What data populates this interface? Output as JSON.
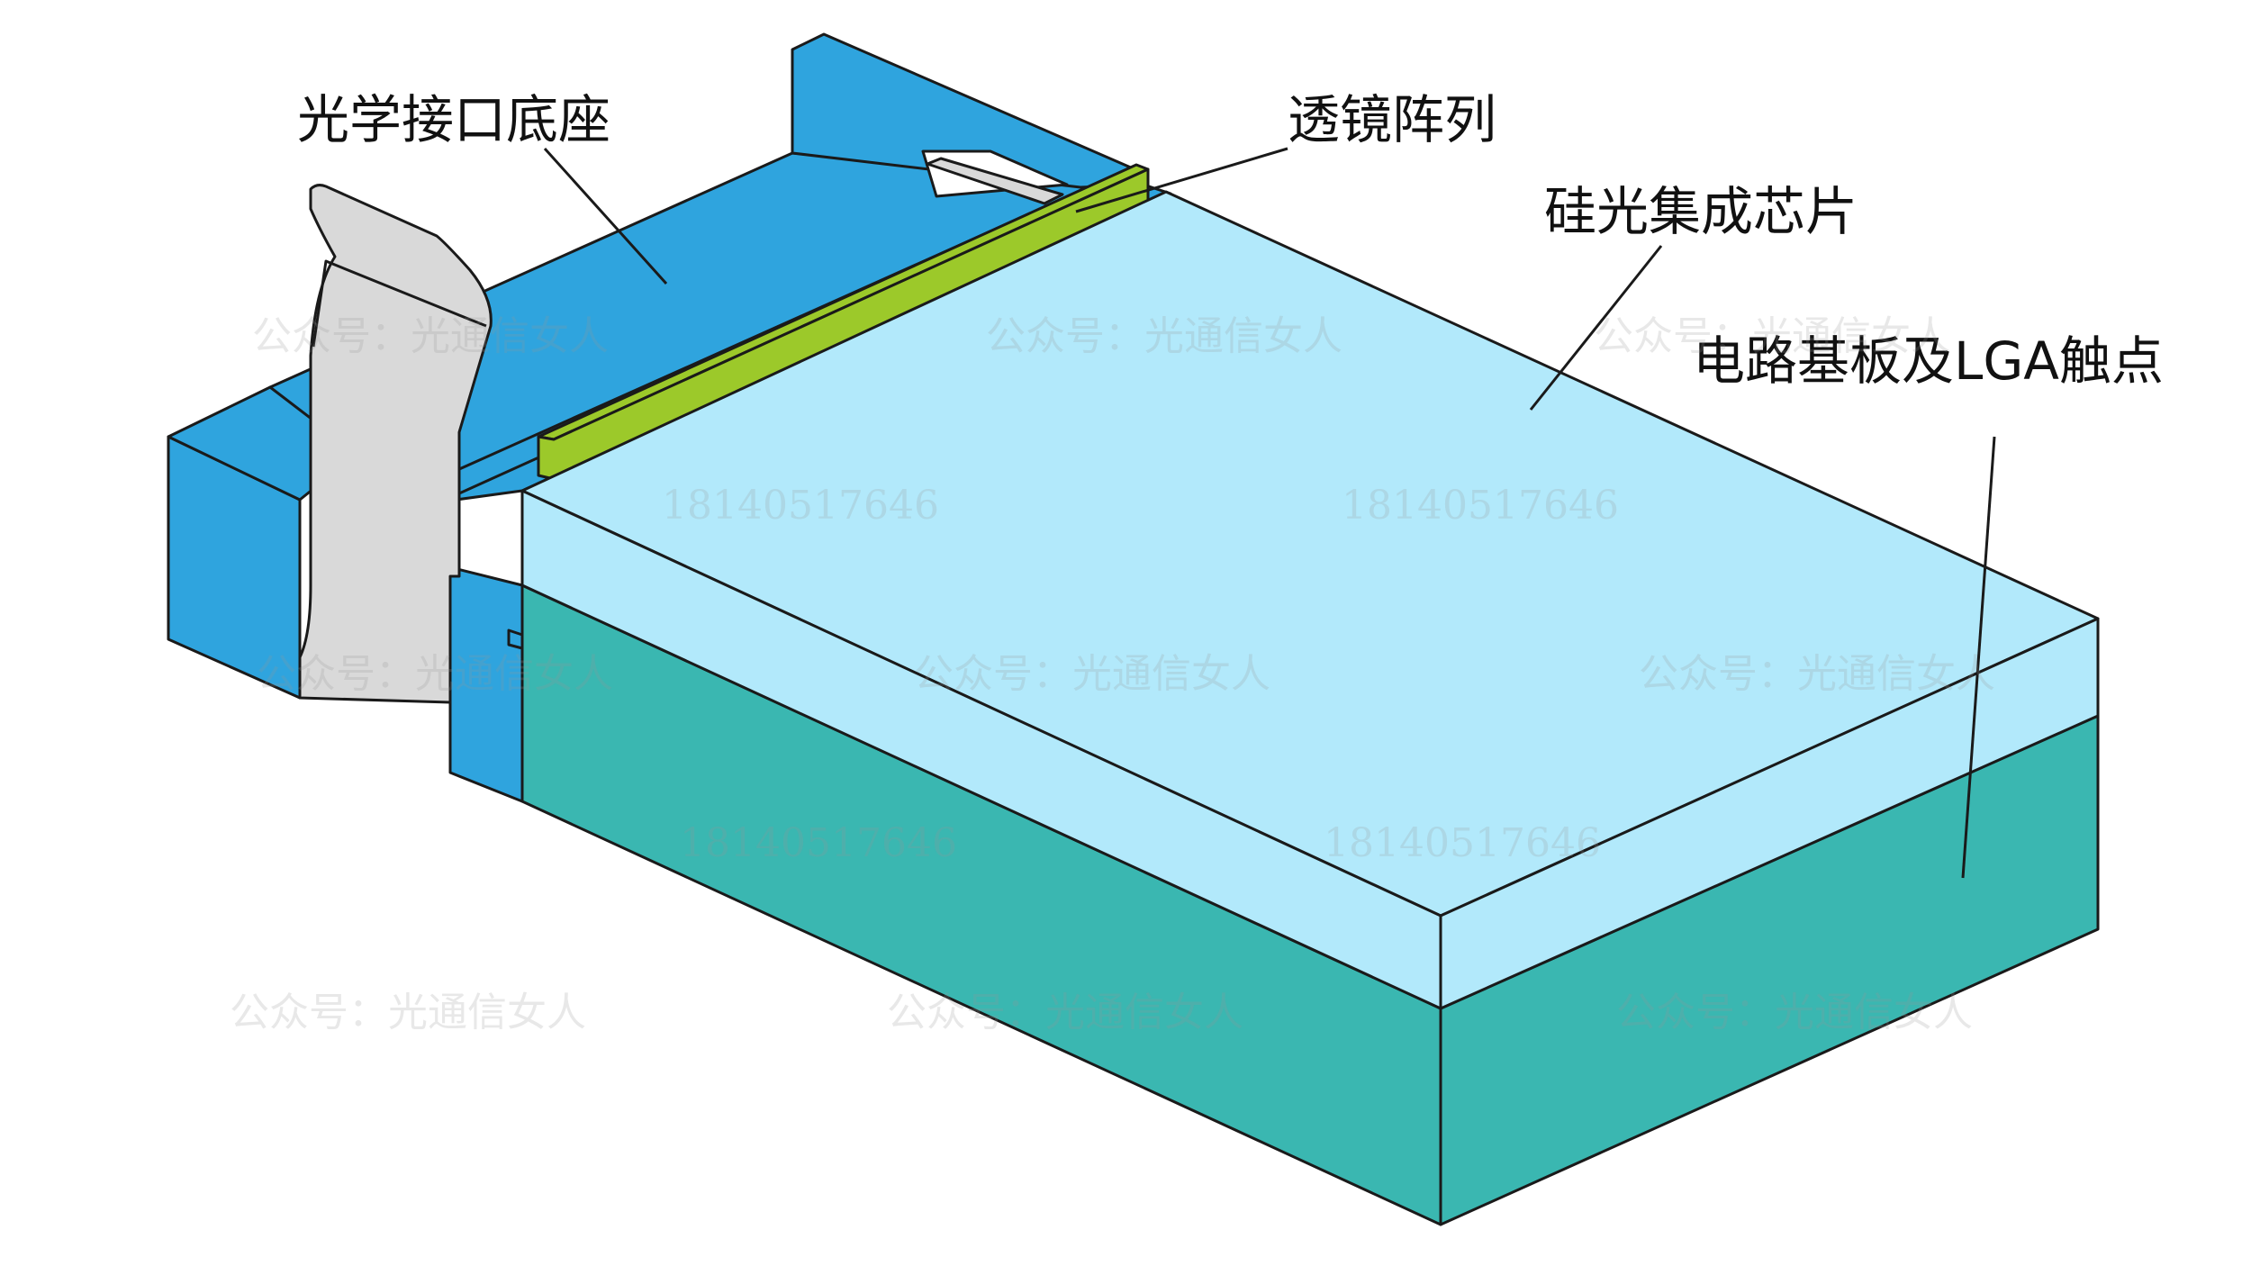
{
  "labels": {
    "optical_base": "光学接口底座",
    "lens_array": "透镜阵列",
    "sip_chip": "硅光集成芯片",
    "substrate": "电路基板及LGA触点"
  },
  "watermarks": {
    "account": "公众号：光通信女人",
    "phone": "18140517646"
  },
  "colors": {
    "optical_base": "#2fa4de",
    "lens_array": "#9cc92a",
    "chip_top": "#b2e9fb",
    "substrate": "#3ab7b1",
    "clip": "#d9d9d9"
  }
}
